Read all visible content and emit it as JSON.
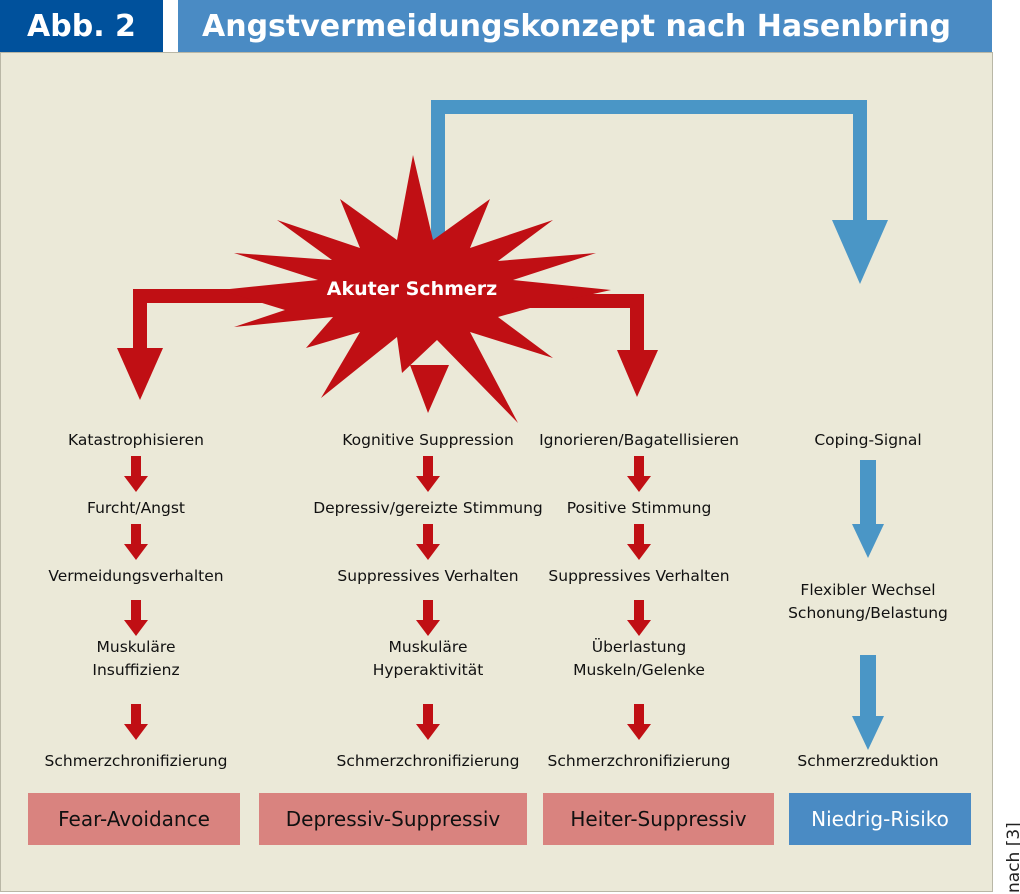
{
  "header": {
    "figure_number": "Abb. 2",
    "title": "Angstvermeidungskonzept nach Hasenbring"
  },
  "center": {
    "label": "Akuter Schmerz"
  },
  "columns": [
    {
      "steps": [
        "Katastrophisieren",
        "Furcht/Angst",
        "Vermeidungsverhalten",
        "Muskuläre\nInsuffizienz",
        "Schmerzchronifizierung"
      ],
      "outcome": "Fear-Avoidance"
    },
    {
      "steps": [
        "Kognitive Suppression",
        "Depressiv/gereizte Stimmung",
        "Suppressives Verhalten",
        "Muskuläre\nHyperaktivität",
        "Schmerzchronifizierung"
      ],
      "outcome": "Depressiv-Suppressiv"
    },
    {
      "steps": [
        "Ignorieren/Bagatellisieren",
        "Positive Stimmung",
        "Suppressives Verhalten",
        "Überlastung\nMuskeln/Gelenke",
        "Schmerzchronifizierung"
      ],
      "outcome": "Heiter-Suppressiv"
    },
    {
      "steps": [
        "Coping-Signal",
        "Flexibler Wechsel\nSchonung/Belastung",
        "Schmerzreduktion"
      ],
      "outcome": "Niedrig-Risiko"
    }
  ],
  "source": "nach [3]",
  "colors": {
    "red": "#c00f14",
    "blue": "#4a96c6",
    "pink": "#d9837f",
    "dark_blue": "#00519c"
  }
}
